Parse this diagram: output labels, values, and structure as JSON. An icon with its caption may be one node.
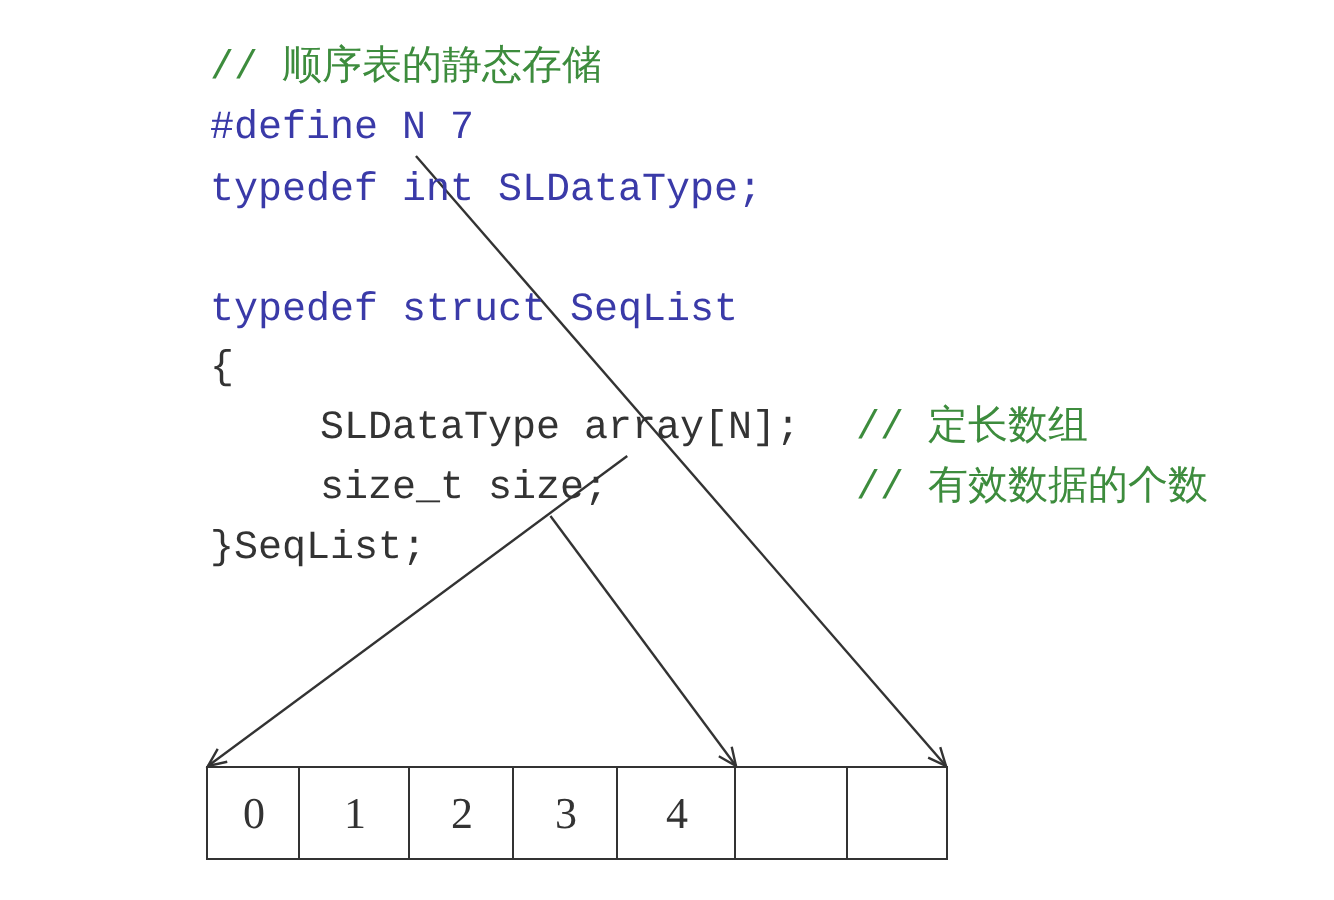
{
  "diagram": {
    "nodes": [
      {
        "text": [
          "#define N 7"
        ]
      },
      {
        "text": [
          "SLDataType array[N];"
        ]
      },
      {
        "text": [
          "size_t size;"
        ]
      },
      {
        "text": [
          "0"
        ]
      },
      {
        "text": [
          "1"
        ]
      },
      {
        "text": [
          "2"
        ]
      },
      {
        "text": [
          "3"
        ]
      },
      {
        "text": [
          "4"
        ]
      },
      {
        "text": [],
        "shape": "box"
      },
      {
        "text": [],
        "shape": "box"
      }
    ],
    "edges": [
      {
        "from": 0,
        "to": 9,
        "arrow": "to"
      },
      {
        "from": 1,
        "to": 3,
        "arrow": "to"
      },
      {
        "from": 2,
        "to": 7,
        "arrow": "to"
      }
    ],
    "labels": [
      "// 顺序表的静态存储",
      "typedef int SLDataType;",
      "typedef struct SeqList",
      "{",
      "// 定长数组",
      "// 有效数据的个数",
      "}SeqList;"
    ]
  }
}
